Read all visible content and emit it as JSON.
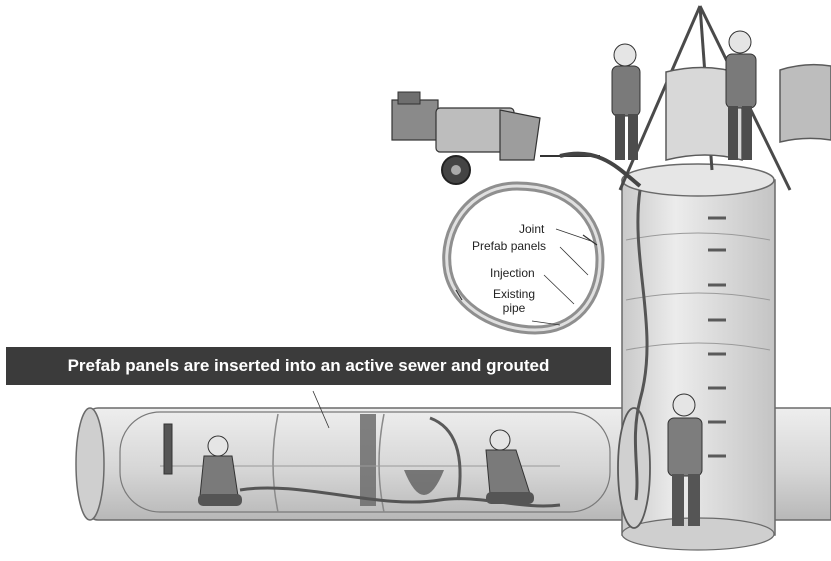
{
  "callouts": {
    "joint": "Joint",
    "prefab_panels": "Prefab panels",
    "injection": "Injection",
    "existing_pipe_line1": "Existing",
    "existing_pipe_line2": "pipe"
  },
  "banner": {
    "text": "Prefab panels are inserted into an active sewer and grouted"
  },
  "colors": {
    "banner_bg": "#3b3b3b",
    "banner_text": "#ffffff",
    "pipe": "#dcdcdc",
    "pipe_dark": "#b5b5b5",
    "outline": "#555555"
  }
}
